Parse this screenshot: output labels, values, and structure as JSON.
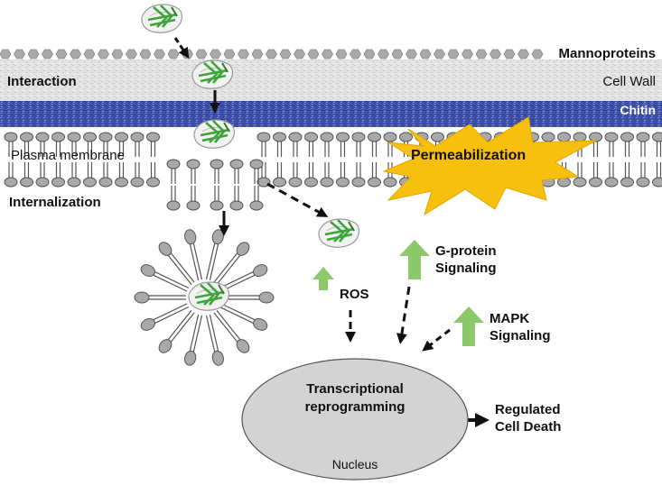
{
  "layers": {
    "mannoproteins": "Mannoproteins",
    "cell_wall": "Cell Wall",
    "chitin": "Chitin",
    "plasma_membrane": "Plasma membrane"
  },
  "steps": {
    "interaction": "Interaction",
    "internalization": "Internalization",
    "permeabilization": "Permeabilization"
  },
  "signals": {
    "ros": "ROS",
    "gprotein_line1": "G-protein",
    "gprotein_line2": "Signaling",
    "mapk_line1": "MAPK",
    "mapk_line2": "Signaling"
  },
  "nucleus": {
    "process_line1": "Transcriptional",
    "process_line2": "reprogramming",
    "label": "Nucleus"
  },
  "outcome": {
    "line1": "Regulated",
    "line2": "Cell Death"
  },
  "colors": {
    "chitin_band": "#3f51a8",
    "cell_wall_band": "#dcdcdc",
    "lipid_head": "#a9a9a9",
    "nucleus_fill": "#d3d3d3",
    "permeabilization_burst": "#f7bf0e",
    "upregulation_arrow": "#8cc96a",
    "peptide_structure": "#3fa53a"
  }
}
